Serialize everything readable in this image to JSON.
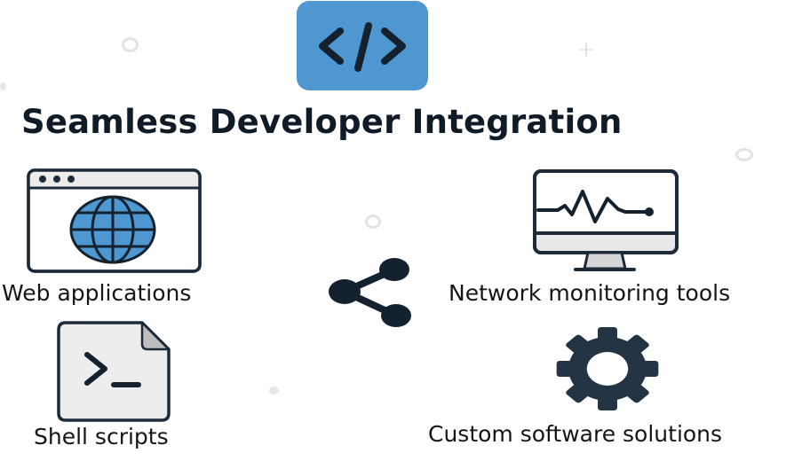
{
  "header": {
    "icon": "code-brackets-icon",
    "title": "Seamless Developer Integration"
  },
  "center": {
    "icon": "share-nodes-icon"
  },
  "features": [
    {
      "label": "Web applications",
      "icon": "browser-globe-icon"
    },
    {
      "label": "Network monitoring tools",
      "icon": "monitor-pulse-icon"
    },
    {
      "label": "Shell scripts",
      "icon": "terminal-file-icon"
    },
    {
      "label": "Custom software solutions",
      "icon": "gear-icon"
    }
  ],
  "colors": {
    "accent_blue": "#4e97d1",
    "dark_navy": "#1c2b3a",
    "light_gray": "#ececec",
    "background": "#ffffff"
  }
}
